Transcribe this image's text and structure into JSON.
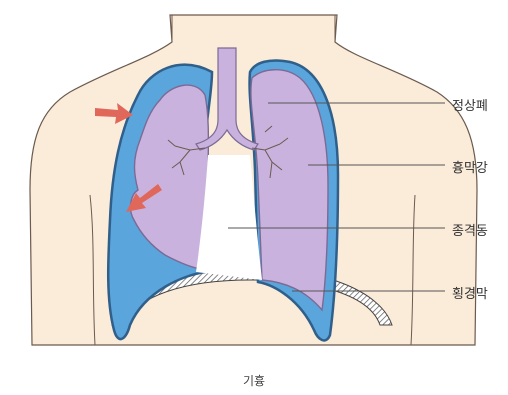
{
  "labels": {
    "normal_lung": "정상폐",
    "pleural_cavity": "흉막강",
    "mediastinum": "종격동",
    "diaphragm": "횡경막"
  },
  "caption": "기흉",
  "colors": {
    "skin": "#fbebd9",
    "outline": "#6b5a4e",
    "pleura": "#5aa5dc",
    "pleura_edge": "#2f5f8a",
    "lung": "#c9b3de",
    "lung_edge": "#7c6a96",
    "arrow": "#e0685a",
    "leader": "#555555"
  }
}
